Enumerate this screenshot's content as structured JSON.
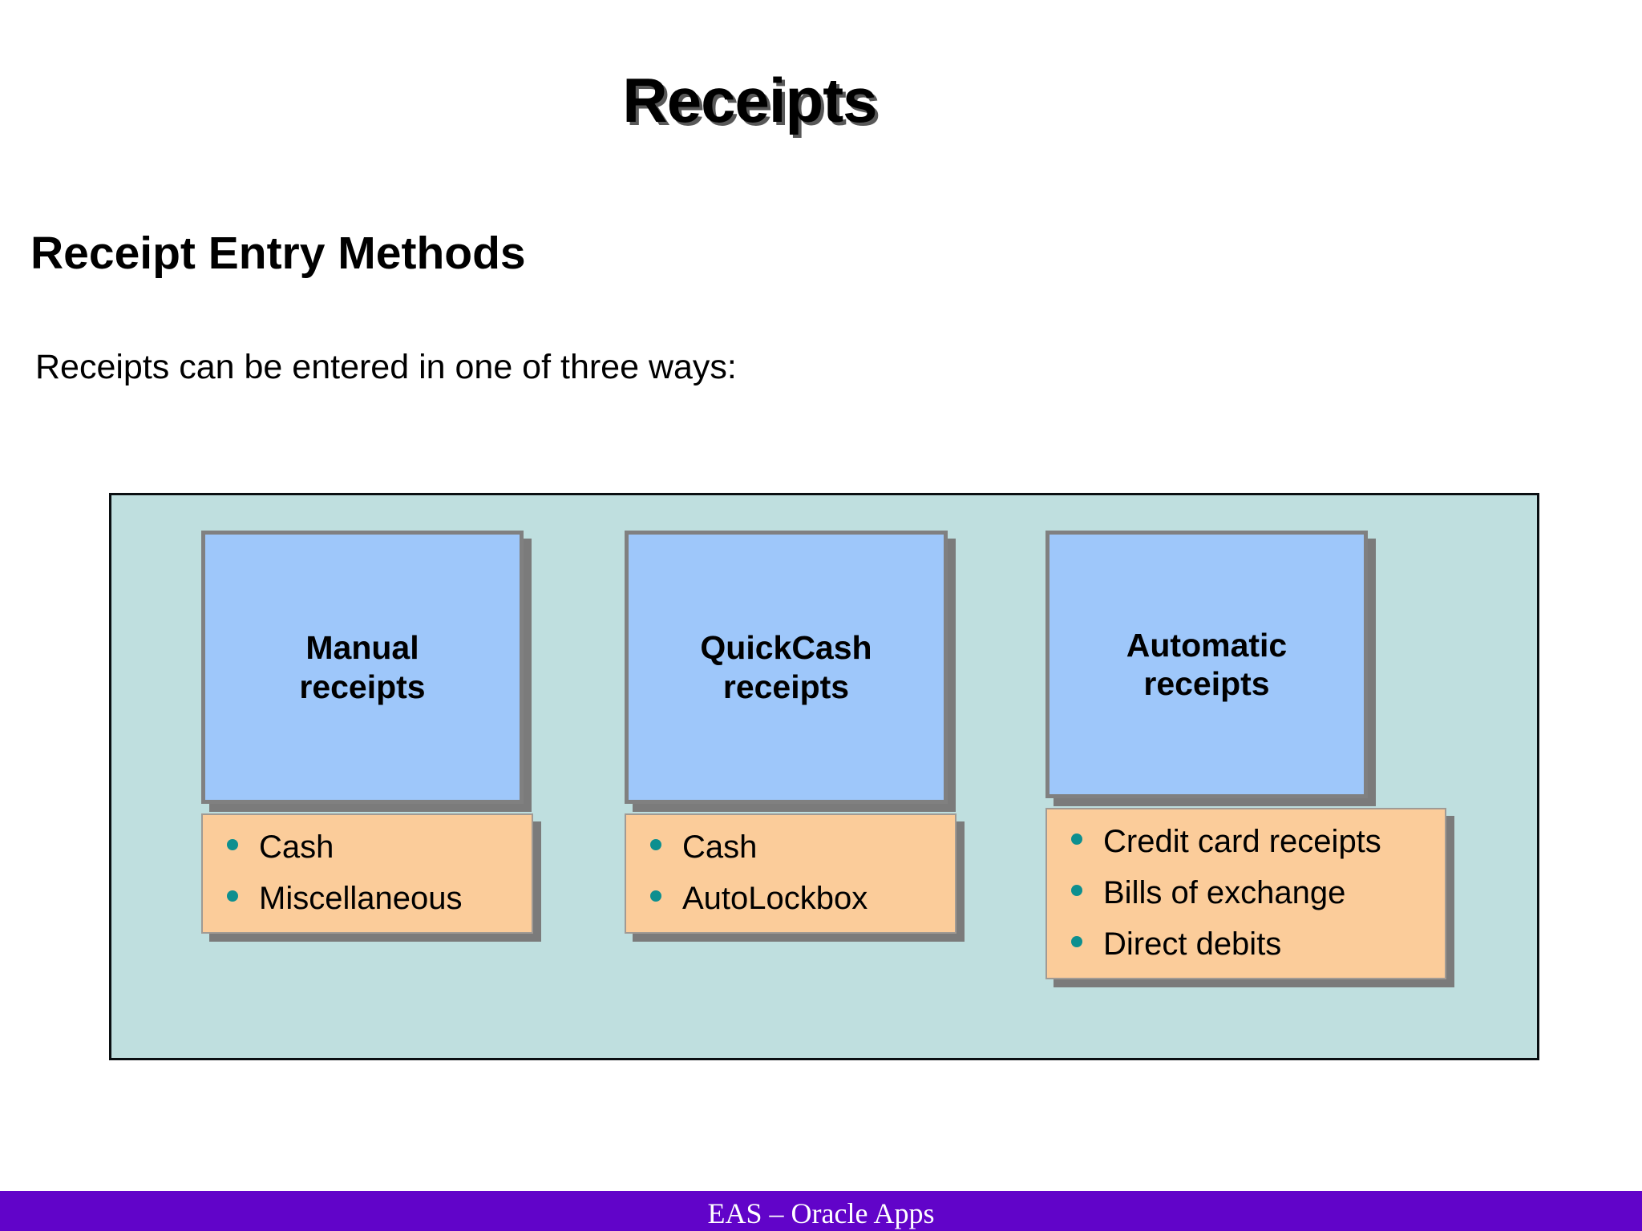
{
  "slide": {
    "title": "Receipts",
    "section_heading": "Receipt Entry Methods",
    "intro_line": "Receipts can be entered in one of three ways:"
  },
  "colors": {
    "panel_background": "#bfdfdf",
    "panel_border": "#0a0f12",
    "method_box_fill": "#9ec7fa",
    "method_box_border": "#808080",
    "box_shadow": "#7b7b7b",
    "detail_box_fill": "#fbcc9a",
    "detail_box_border": "#a09a94",
    "bullet_dot": "#0d8f8f",
    "footer_bar": "#6104c9",
    "footer_text": "#ffffff",
    "text": "#000000"
  },
  "diagram": {
    "columns": [
      {
        "method": "Manual\nreceipts",
        "method_line1": "Manual",
        "method_line2": "receipts",
        "items": [
          "Cash",
          "Miscellaneous"
        ]
      },
      {
        "method": "QuickCash\nreceipts",
        "method_line1": "QuickCash",
        "method_line2": "receipts",
        "items": [
          "Cash",
          "AutoLockbox"
        ]
      },
      {
        "method": "Automatic\nreceipts",
        "method_line1": "Automatic",
        "method_line2": "receipts",
        "items": [
          "Credit card receipts",
          "Bills of exchange",
          "Direct debits"
        ]
      }
    ]
  },
  "footer": {
    "text": "EAS – Oracle Apps"
  }
}
